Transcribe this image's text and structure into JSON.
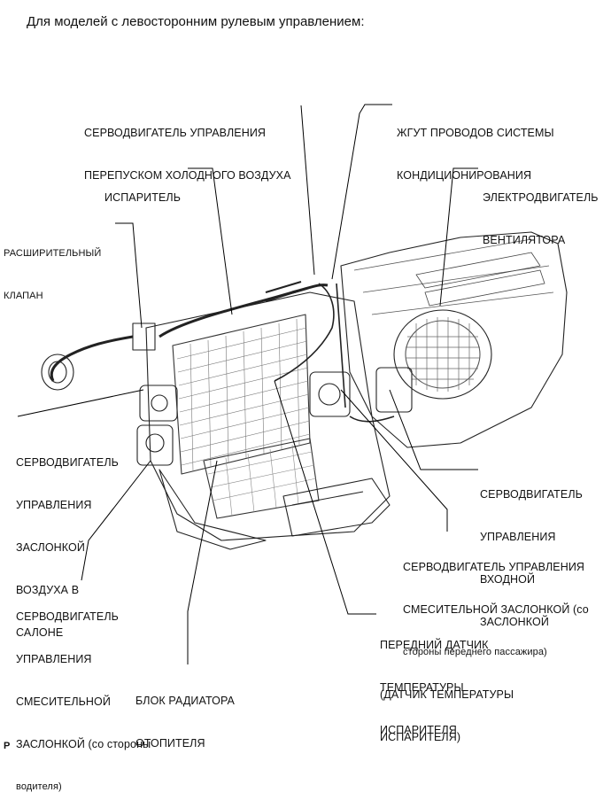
{
  "header": "Для моделей с левосторонним рулевым управлением:",
  "corner_mark": "P",
  "labels": {
    "cold_bypass_servo": [
      "СЕРВОДВИГАТЕЛЬ УПРАВЛЕНИЯ",
      "ПЕРЕПУСКОМ ХОЛОДНОГО ВОЗДУХА"
    ],
    "ac_harness": [
      "ЖГУТ ПРОВОДОВ СИСТЕМЫ",
      "КОНДИЦИОНИРОВАНИЯ"
    ],
    "evaporator": [
      "ИСПАРИТЕЛЬ"
    ],
    "blower_motor": [
      "ЭЛЕКТРОДВИГАТЕЛЬ",
      "ВЕНТИЛЯТОРА"
    ],
    "expansion_valve": [
      "РАСШИРИТЕЛЬНЫЙ",
      "КЛАПАН"
    ],
    "cabin_air_servo": [
      "СЕРВОДВИГАТЕЛЬ",
      "УПРАВЛЕНИЯ",
      "ЗАСЛОНКОЙ",
      "ВОЗДУХА В",
      "САЛОНЕ"
    ],
    "inlet_servo": [
      "СЕРВОДВИГАТЕЛЬ",
      "УПРАВЛЕНИЯ",
      "ВХОДНОЙ",
      "ЗАСЛОНКОЙ"
    ],
    "mix_servo_passenger": [
      "СЕРВОДВИГАТЕЛЬ УПРАВЛЕНИЯ",
      "СМЕСИТЕЛЬНОЙ ЗАСЛОНКОЙ (со",
      "стороны переднего пассажира)"
    ],
    "mix_servo_driver": [
      "СЕРВОДВИГАТЕЛЬ",
      "УПРАВЛЕНИЯ",
      "СМЕСИТЕЛЬНОЙ",
      "ЗАСЛОНКОЙ (со стороны",
      "водителя)"
    ],
    "evap_temp_sensor": [
      "ПЕРЕДНИЙ ДАТЧИК",
      "ТЕМПЕРАТУРЫ",
      "ИСПАРИТЕЛЯ"
    ],
    "evap_temp_sensor_alt": [
      "(ДАТЧИК ТЕМПЕРАТУРЫ",
      "ИСПАРИТЕЛЯ)"
    ],
    "heater_core": [
      "БЛОК РАДИАТОРА",
      "ОТОПИТЕЛЯ"
    ]
  }
}
